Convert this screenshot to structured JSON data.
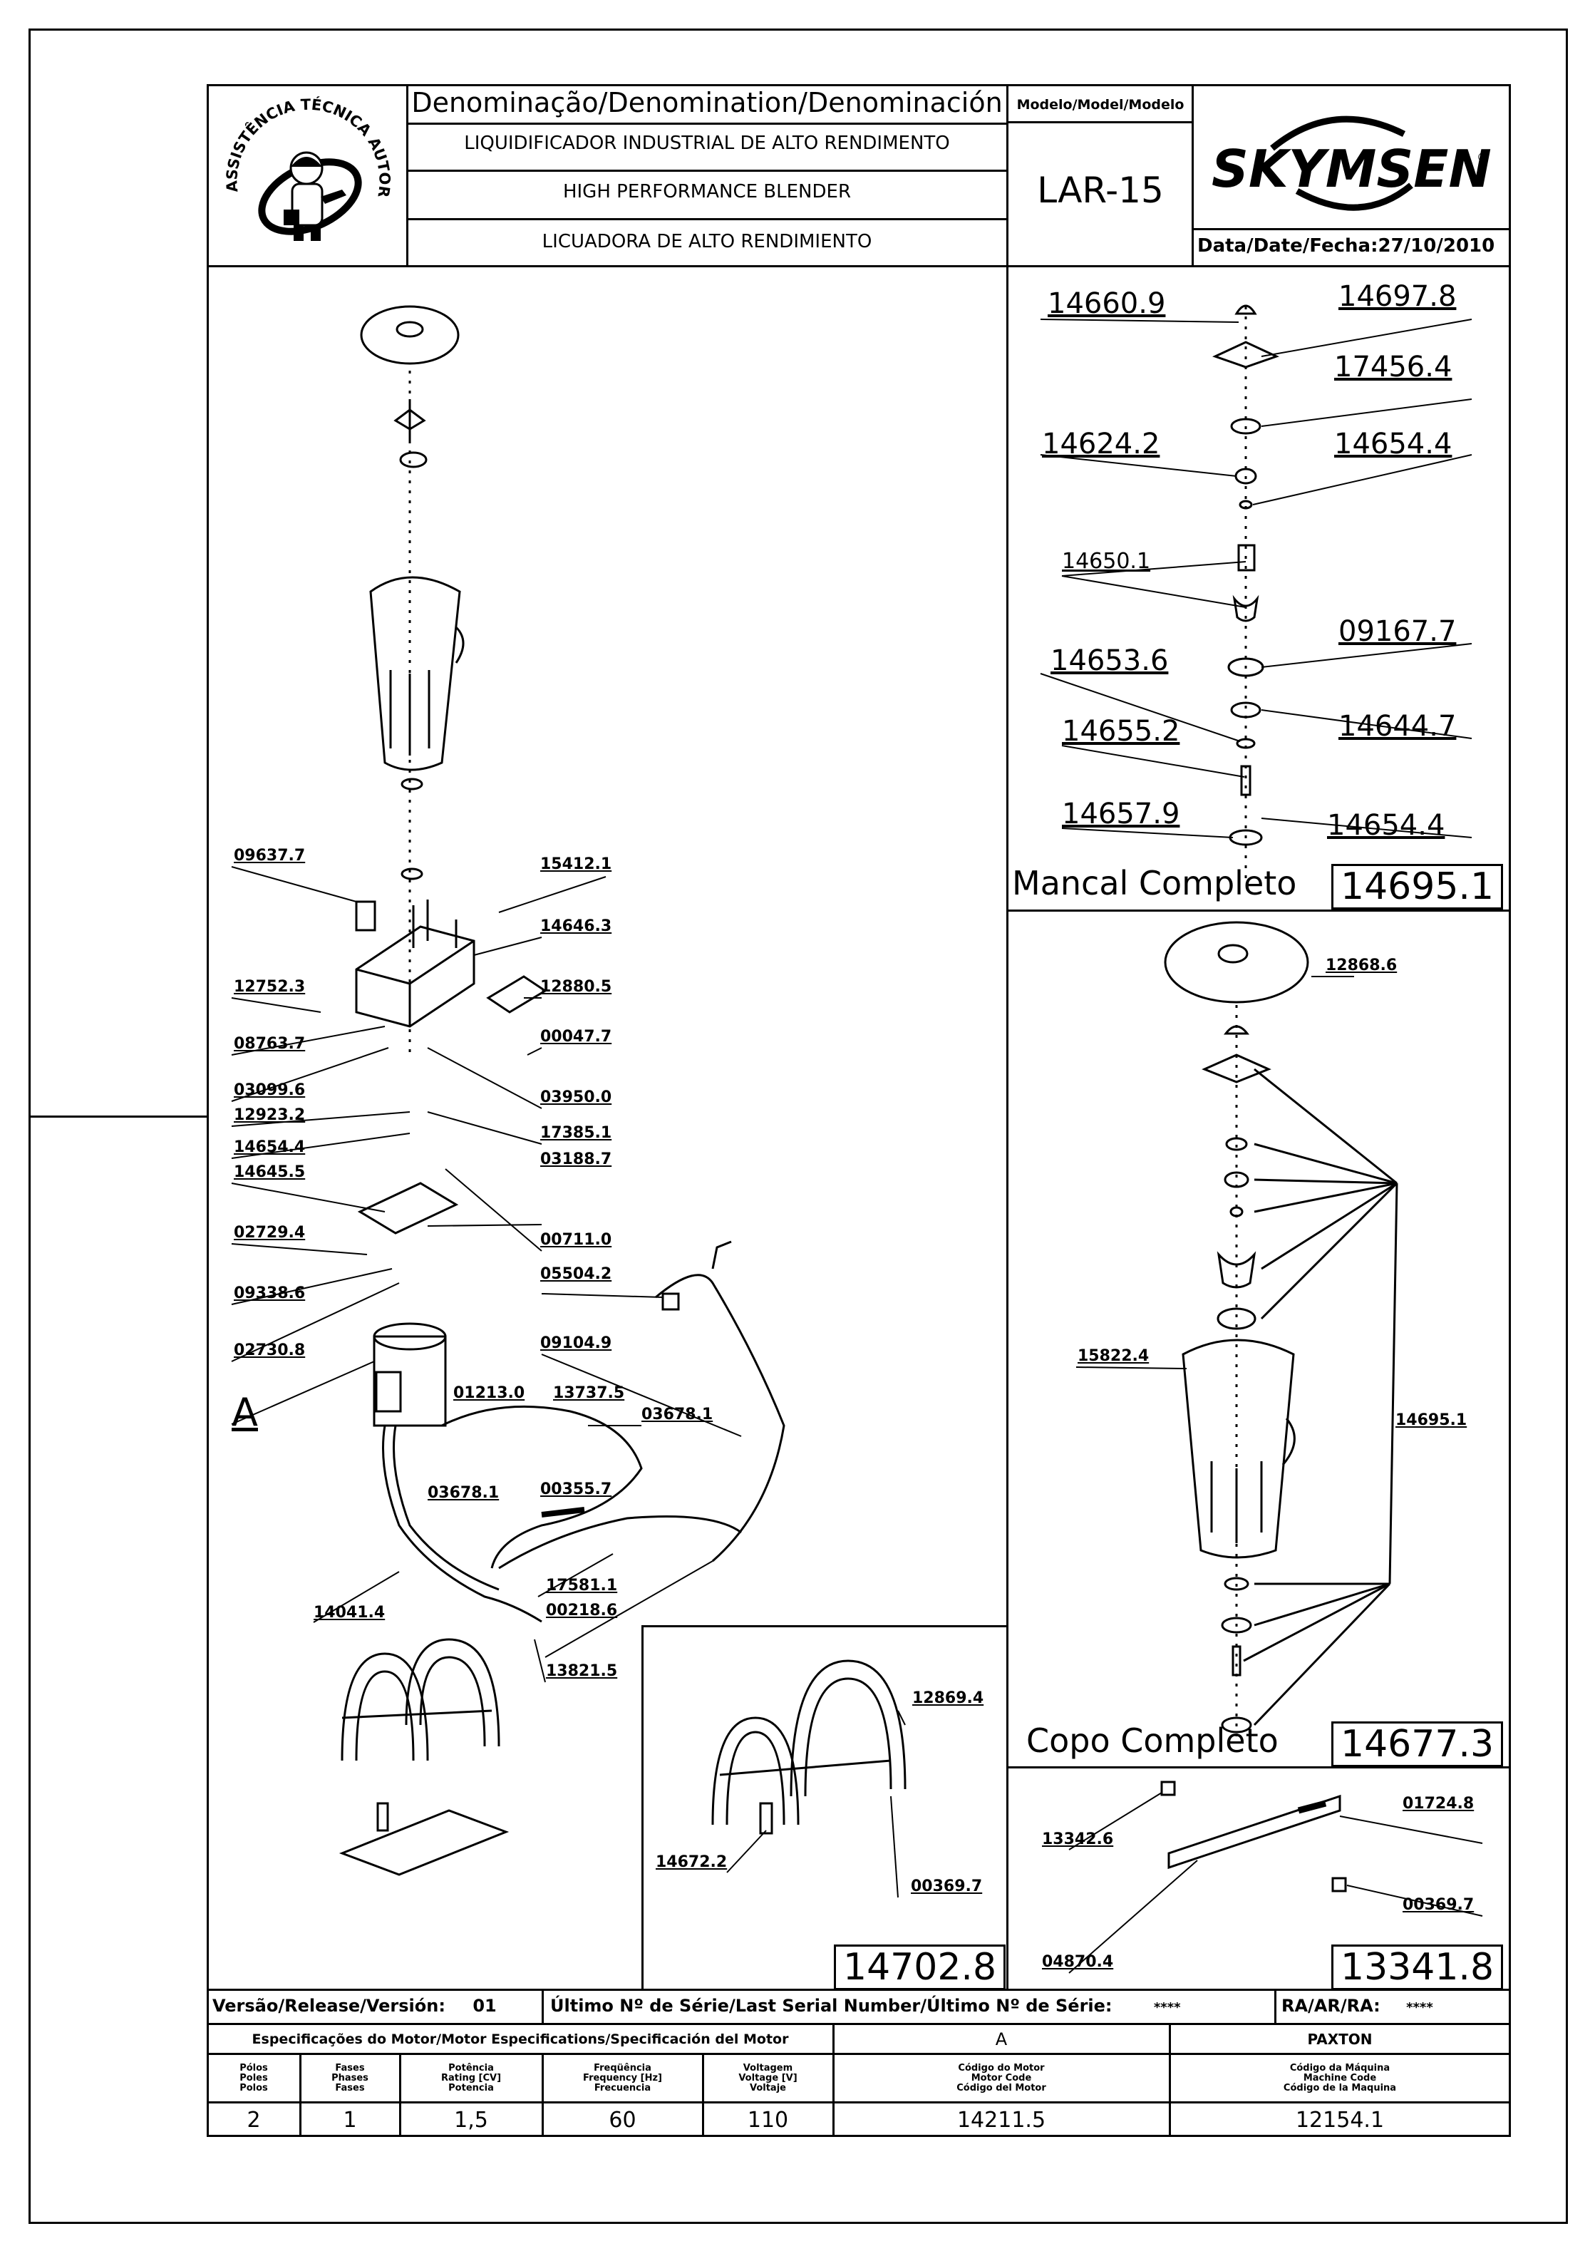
{
  "header": {
    "denomination_title": "Denominação/Denomination/Denominación",
    "name_pt": "LIQUIDIFICADOR INDUSTRIAL DE ALTO RENDIMENTO",
    "name_en": "HIGH PERFORMANCE BLENDER",
    "name_es": "LICUADORA DE ALTO RENDIMIENTO",
    "model_label": "Modelo/Model/Modelo",
    "model_value": "LAR-15",
    "brand": "SKYMSEN",
    "date_label": "Data/Date/Fecha:",
    "date_value": "27/10/2010",
    "seal_text": "ASSISTÊNCIA TÉCNICA AUTORIZADA"
  },
  "main_parts": [
    "09637.7",
    "15412.1",
    "14646.3",
    "12752.3",
    "12880.5",
    "08763.7",
    "00047.7",
    "03099.6",
    "03950.0",
    "12923.2",
    "17385.1",
    "14654.4",
    "03188.7",
    "14645.5",
    "00711.0",
    "02729.4",
    "05504.2",
    "09338.6",
    "02730.8",
    "09104.9",
    "01213.0",
    "13737.5",
    "03678.1",
    "A",
    "03678.1",
    "00355.7",
    "17581.1",
    "14041.4",
    "00218.6",
    "13821.5"
  ],
  "bearing": {
    "parts": [
      "14660.9",
      "14697.8",
      "17456.4",
      "14624.2",
      "14654.4",
      "14650.1",
      "09167.7",
      "14653.6",
      "14644.7",
      "14655.2",
      "14657.9",
      "14654.4"
    ],
    "caption": "Mancal Completo",
    "code": "14695.1"
  },
  "cup": {
    "parts": [
      "12868.6",
      "15822.4",
      "14695.1"
    ],
    "caption": "Copo Completo",
    "code": "14677.3"
  },
  "bracket": {
    "parts": [
      "01724.8",
      "13342.6",
      "04870.4",
      "00369.7"
    ],
    "code": "13341.8"
  },
  "stand": {
    "parts": [
      "12869.4",
      "14672.2",
      "00369.7"
    ],
    "code": "14702.8"
  },
  "release": {
    "label": "Versão/Release/Versión:",
    "value": "01",
    "serial_label": "Último Nº de Série/Last Serial Number/Último Nº de Série:",
    "serial_value": "****",
    "ra_label": "RA/AR/RA:",
    "ra_value": "****"
  },
  "motor_spec": {
    "title": "Especificações do Motor/Motor Especifications/Specificación del Motor",
    "col_a": "A",
    "col_paxton": "PAXTON",
    "headers": [
      "Pólos\nPoles\nPolos",
      "Fases\nPhases\nFases",
      "Potência\nRating [CV]\nPotencia",
      "Freqüência\nFrequency [Hz]\nFrecuencia",
      "Voltagem\nVoltage [V]\nVoltaje",
      "Código do Motor\nMotor Code\nCódigo del Motor",
      "Código da Máquina\nMachine Code\nCódigo de la Maquina"
    ],
    "values": [
      "2",
      "1",
      "1,5",
      "60",
      "110",
      "14211.5",
      "12154.1"
    ]
  }
}
